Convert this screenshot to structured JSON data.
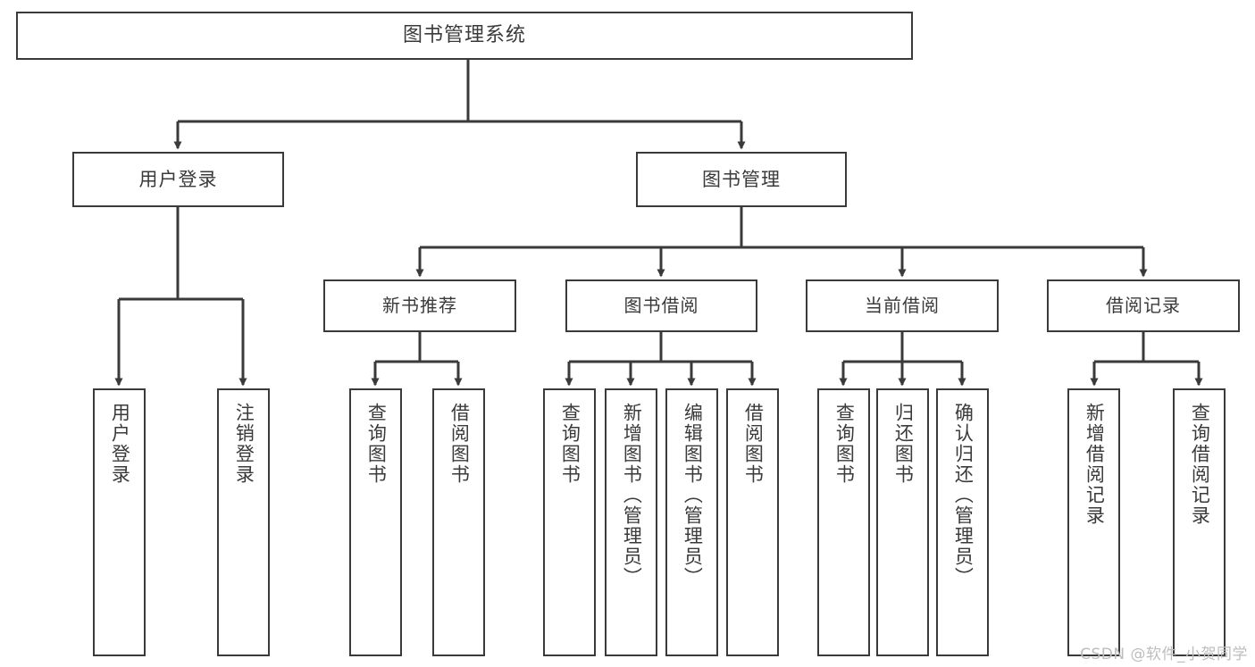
{
  "diagram": {
    "type": "tree-hierarchy-functional-decomposition",
    "title": "图书管理系统",
    "watermark": "CSDN @软件_小贺同学",
    "colors": {
      "stroke": "#3a3a3a",
      "fill": "#ffffff",
      "text": "#3a3a3a",
      "watermark": "#bdbdbd"
    },
    "nodes": {
      "root": {
        "label": "图书管理系统"
      },
      "level1": [
        {
          "id": "user-login",
          "label": "用户登录"
        },
        {
          "id": "book-management",
          "label": "图书管理"
        }
      ],
      "level2": [
        {
          "id": "new-book-recommend",
          "label": "新书推荐"
        },
        {
          "id": "book-borrow",
          "label": "图书借阅"
        },
        {
          "id": "current-borrow",
          "label": "当前借阅"
        },
        {
          "id": "borrow-record",
          "label": "借阅记录"
        }
      ],
      "leaves": {
        "user_login": [
          {
            "id": "leaf-user-login",
            "label": "用户登录"
          },
          {
            "id": "leaf-logout-login",
            "label": "注销登录"
          }
        ],
        "new_book_recommend": [
          {
            "id": "leaf-query-book-1",
            "label": "查询图书"
          },
          {
            "id": "leaf-borrow-book-1",
            "label": "借阅图书"
          }
        ],
        "book_borrow": [
          {
            "id": "leaf-query-book-2",
            "label": "查询图书"
          },
          {
            "id": "leaf-add-book",
            "label": "新增图书（管理员）"
          },
          {
            "id": "leaf-edit-book",
            "label": "编辑图书（管理员）"
          },
          {
            "id": "leaf-borrow-book-2",
            "label": "借阅图书"
          }
        ],
        "current_borrow": [
          {
            "id": "leaf-query-book-3",
            "label": "查询图书"
          },
          {
            "id": "leaf-return-book",
            "label": "归还图书"
          },
          {
            "id": "leaf-confirm-return",
            "label": "确认归还（管理员）"
          }
        ],
        "borrow_record": [
          {
            "id": "leaf-add-borrow-record",
            "label": "新增借阅记录"
          },
          {
            "id": "leaf-query-borrow-record",
            "label": "查询借阅记录"
          }
        ]
      }
    }
  }
}
